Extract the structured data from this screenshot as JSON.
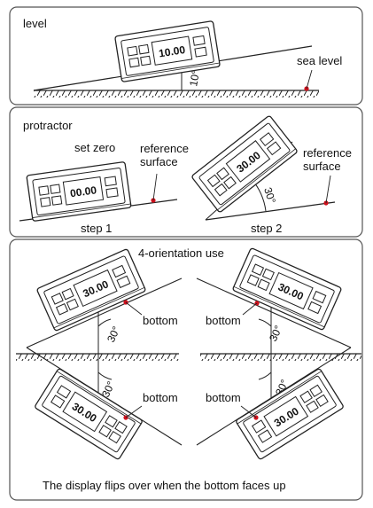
{
  "panels": {
    "level": {
      "title": "level",
      "display": "10.00",
      "angle": "10°",
      "ref_label": "sea level"
    },
    "protractor": {
      "title": "protractor",
      "set_zero": "set zero",
      "display_zero": "00.00",
      "display_step2": "30.00",
      "ref_line1": "reference",
      "ref_line2": "surface",
      "angle": "30°",
      "step1": "step 1",
      "step2": "step 2"
    },
    "orientation": {
      "title": "4-orientation use",
      "display": "30.00",
      "angle": "30°",
      "bottom": "bottom",
      "caption": "The  display flips over when the bottom faces up"
    }
  },
  "colors": {
    "marker": "#d0101c",
    "line": "#222222",
    "fill": "#ffffff"
  }
}
